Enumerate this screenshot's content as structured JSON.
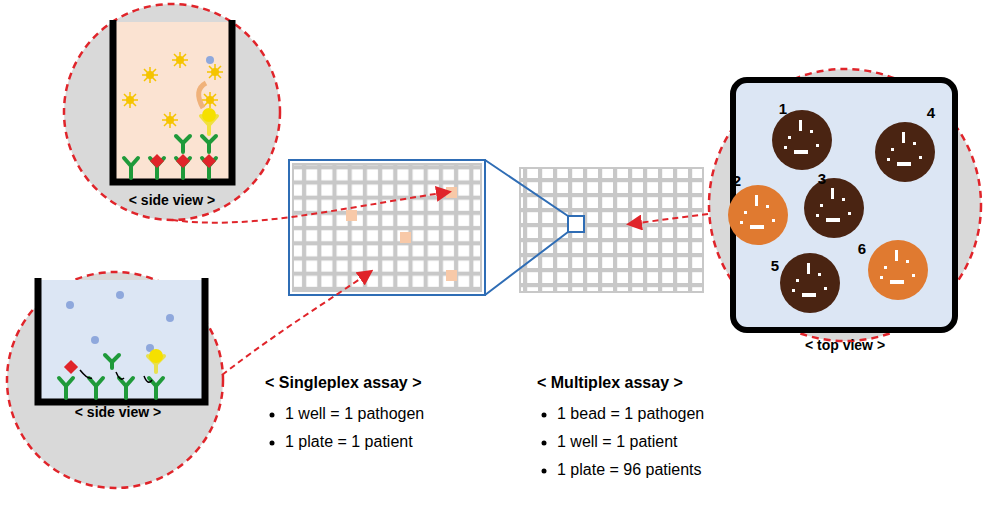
{
  "diagram": {
    "labels": [
      "< side view >",
      "< side view >",
      "< top view >",
      "1",
      "2",
      "3",
      "4",
      "5",
      "6",
      "< Singleplex assay >",
      "1 well = 1 pathogen",
      "1 plate = 1 patient",
      "< Multiplex assay >",
      "1 bead = 1 pathogen",
      "1 well = 1 patient",
      "1 plate = 96 patients"
    ]
  }
}
